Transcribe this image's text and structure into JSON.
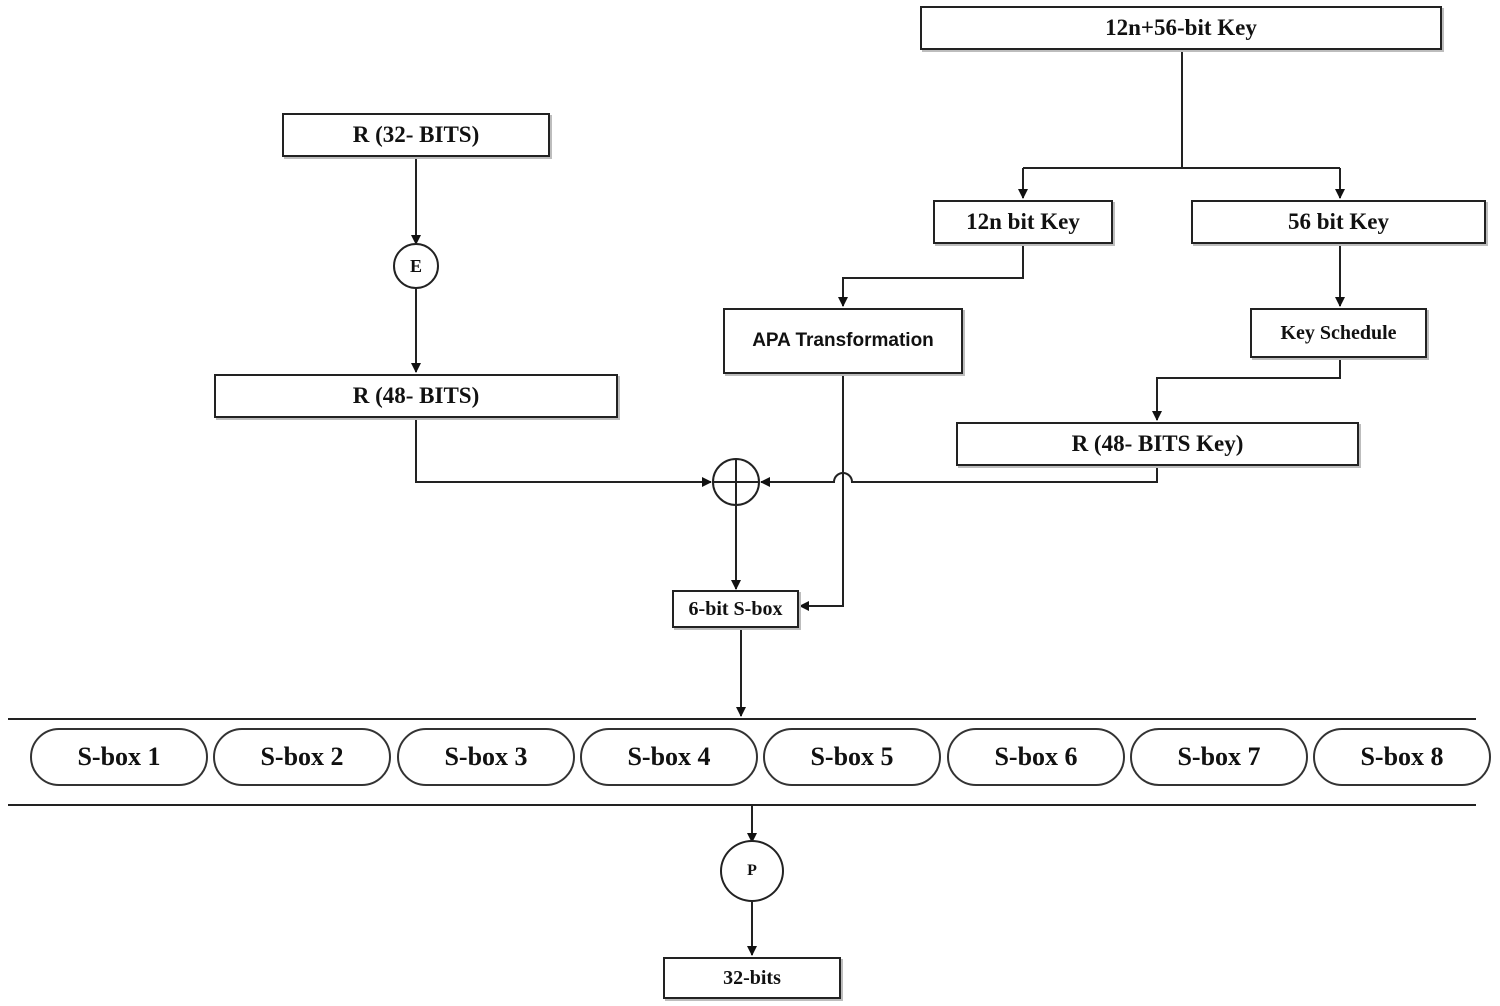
{
  "diagram": {
    "key_box": "12n+56-bit Key",
    "r32": "R (32- BITS)",
    "expansion": "E",
    "r48": "R (48- BITS)",
    "key12n": "12n bit Key",
    "key56": "56 bit Key",
    "apa": "APA Transformation",
    "key_schedule": "Key Schedule",
    "r48key": "R (48- BITS  Key)",
    "sbox6": "6-bit S-box",
    "sboxes": [
      "S-box 1",
      "S-box 2",
      "S-box 3",
      "S-box 4",
      "S-box 5",
      "S-box 6",
      "S-box 7",
      "S-box 8"
    ],
    "permutation": "P",
    "output": "32-bits"
  }
}
